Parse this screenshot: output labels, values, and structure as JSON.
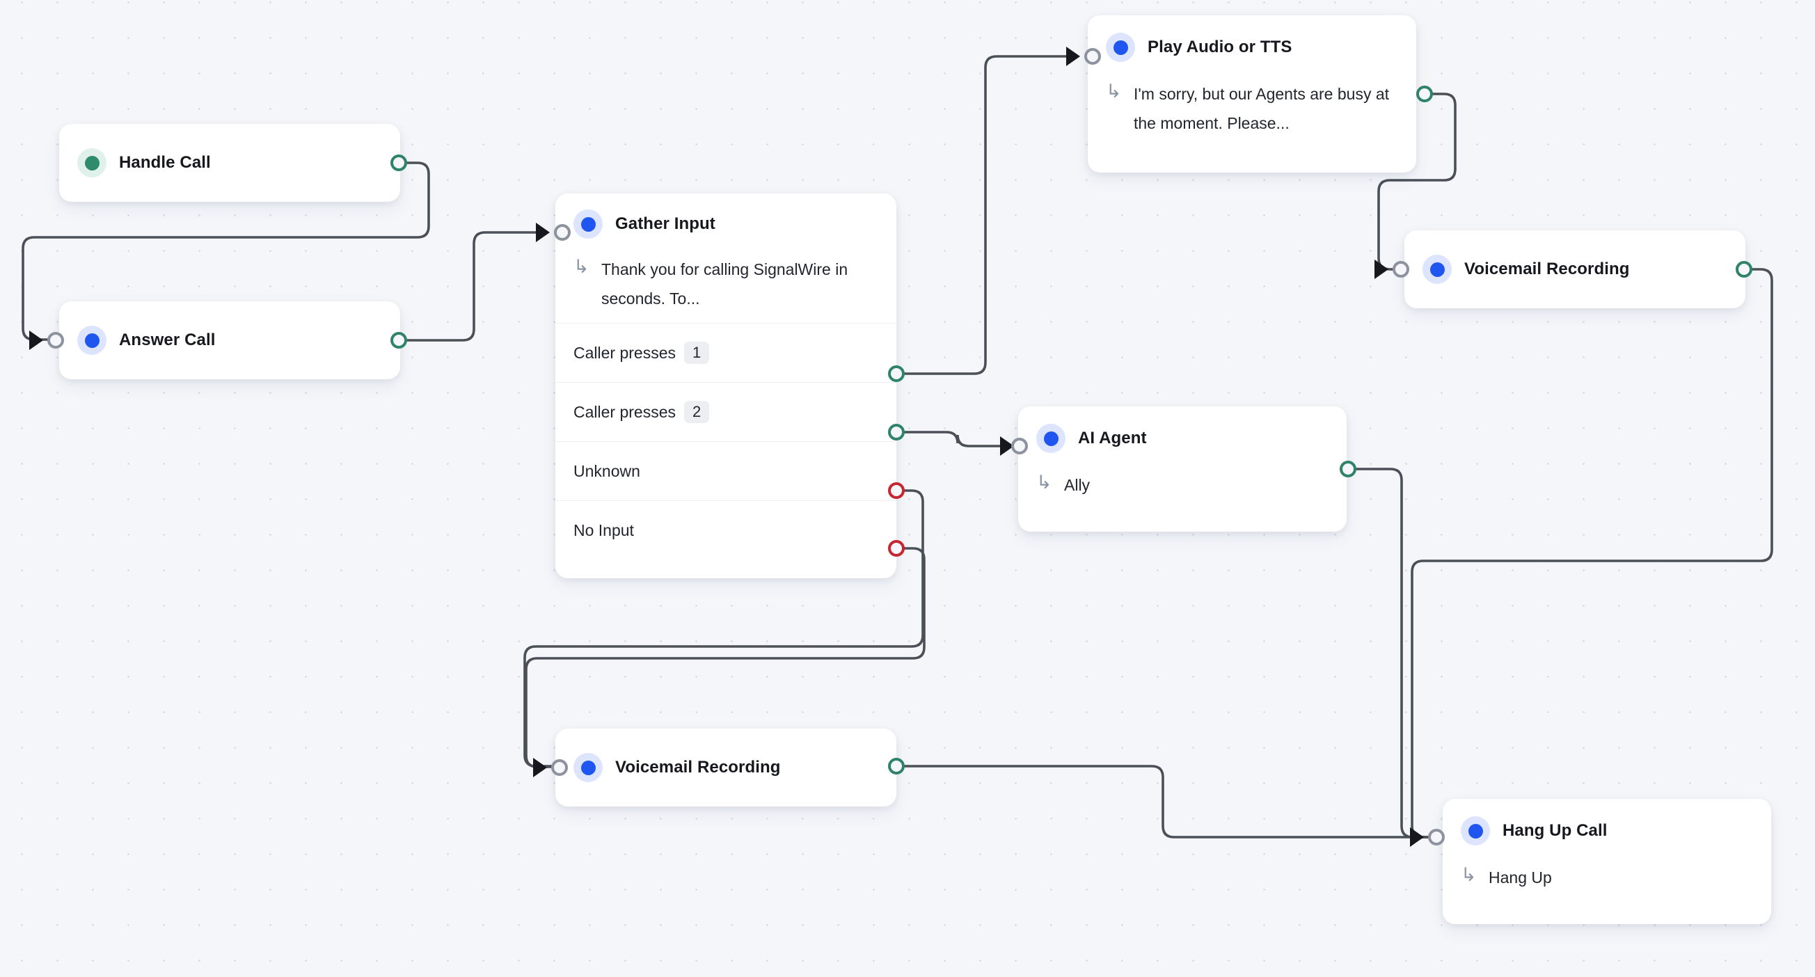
{
  "canvas": {
    "background_color": "#f4f6fa",
    "grid_dot_color": "#c9ced9",
    "edge_color": "#4b5058"
  },
  "palette": {
    "node_background": "#ffffff",
    "blue_accent": "#1f56f0",
    "green_accent": "#2f8a6e",
    "port_green": "#2e8368",
    "port_red": "#c62631",
    "port_grey": "#8d939e",
    "badge_background": "#eceef2",
    "divider": "#edeff3"
  },
  "icons": {
    "branch_arrow": "↳",
    "node_dot": "node-status-dot",
    "input_arrow": "edge-arrowhead"
  },
  "nodes": [
    {
      "id": "handle-call",
      "title": "Handle Call",
      "accent": "green",
      "subtitle": null,
      "rows": []
    },
    {
      "id": "answer-call",
      "title": "Answer Call",
      "accent": "blue",
      "subtitle": null,
      "rows": []
    },
    {
      "id": "gather-input",
      "title": "Gather Input",
      "accent": "blue",
      "subtitle": "Thank you for calling SignalWire in seconds. To...",
      "rows": [
        {
          "label": "Caller presses",
          "badge": "1",
          "port": "green"
        },
        {
          "label": "Caller presses",
          "badge": "2",
          "port": "green"
        },
        {
          "label": "Unknown",
          "badge": null,
          "port": "red"
        },
        {
          "label": "No Input",
          "badge": null,
          "port": "red"
        }
      ]
    },
    {
      "id": "play-audio-or-tts",
      "title": "Play Audio or TTS",
      "accent": "blue",
      "subtitle": "I'm sorry, but our Agents are busy at the moment. Please...",
      "rows": []
    },
    {
      "id": "voicemail-recording-right",
      "title": "Voicemail Recording",
      "accent": "blue",
      "subtitle": null,
      "rows": []
    },
    {
      "id": "ai-agent",
      "title": "AI Agent",
      "accent": "blue",
      "subtitle": "Ally",
      "rows": []
    },
    {
      "id": "voicemail-recording-bottom",
      "title": "Voicemail Recording",
      "accent": "blue",
      "subtitle": null,
      "rows": []
    },
    {
      "id": "hang-up-call",
      "title": "Hang Up Call",
      "accent": "blue",
      "subtitle": "Hang Up",
      "rows": []
    }
  ]
}
